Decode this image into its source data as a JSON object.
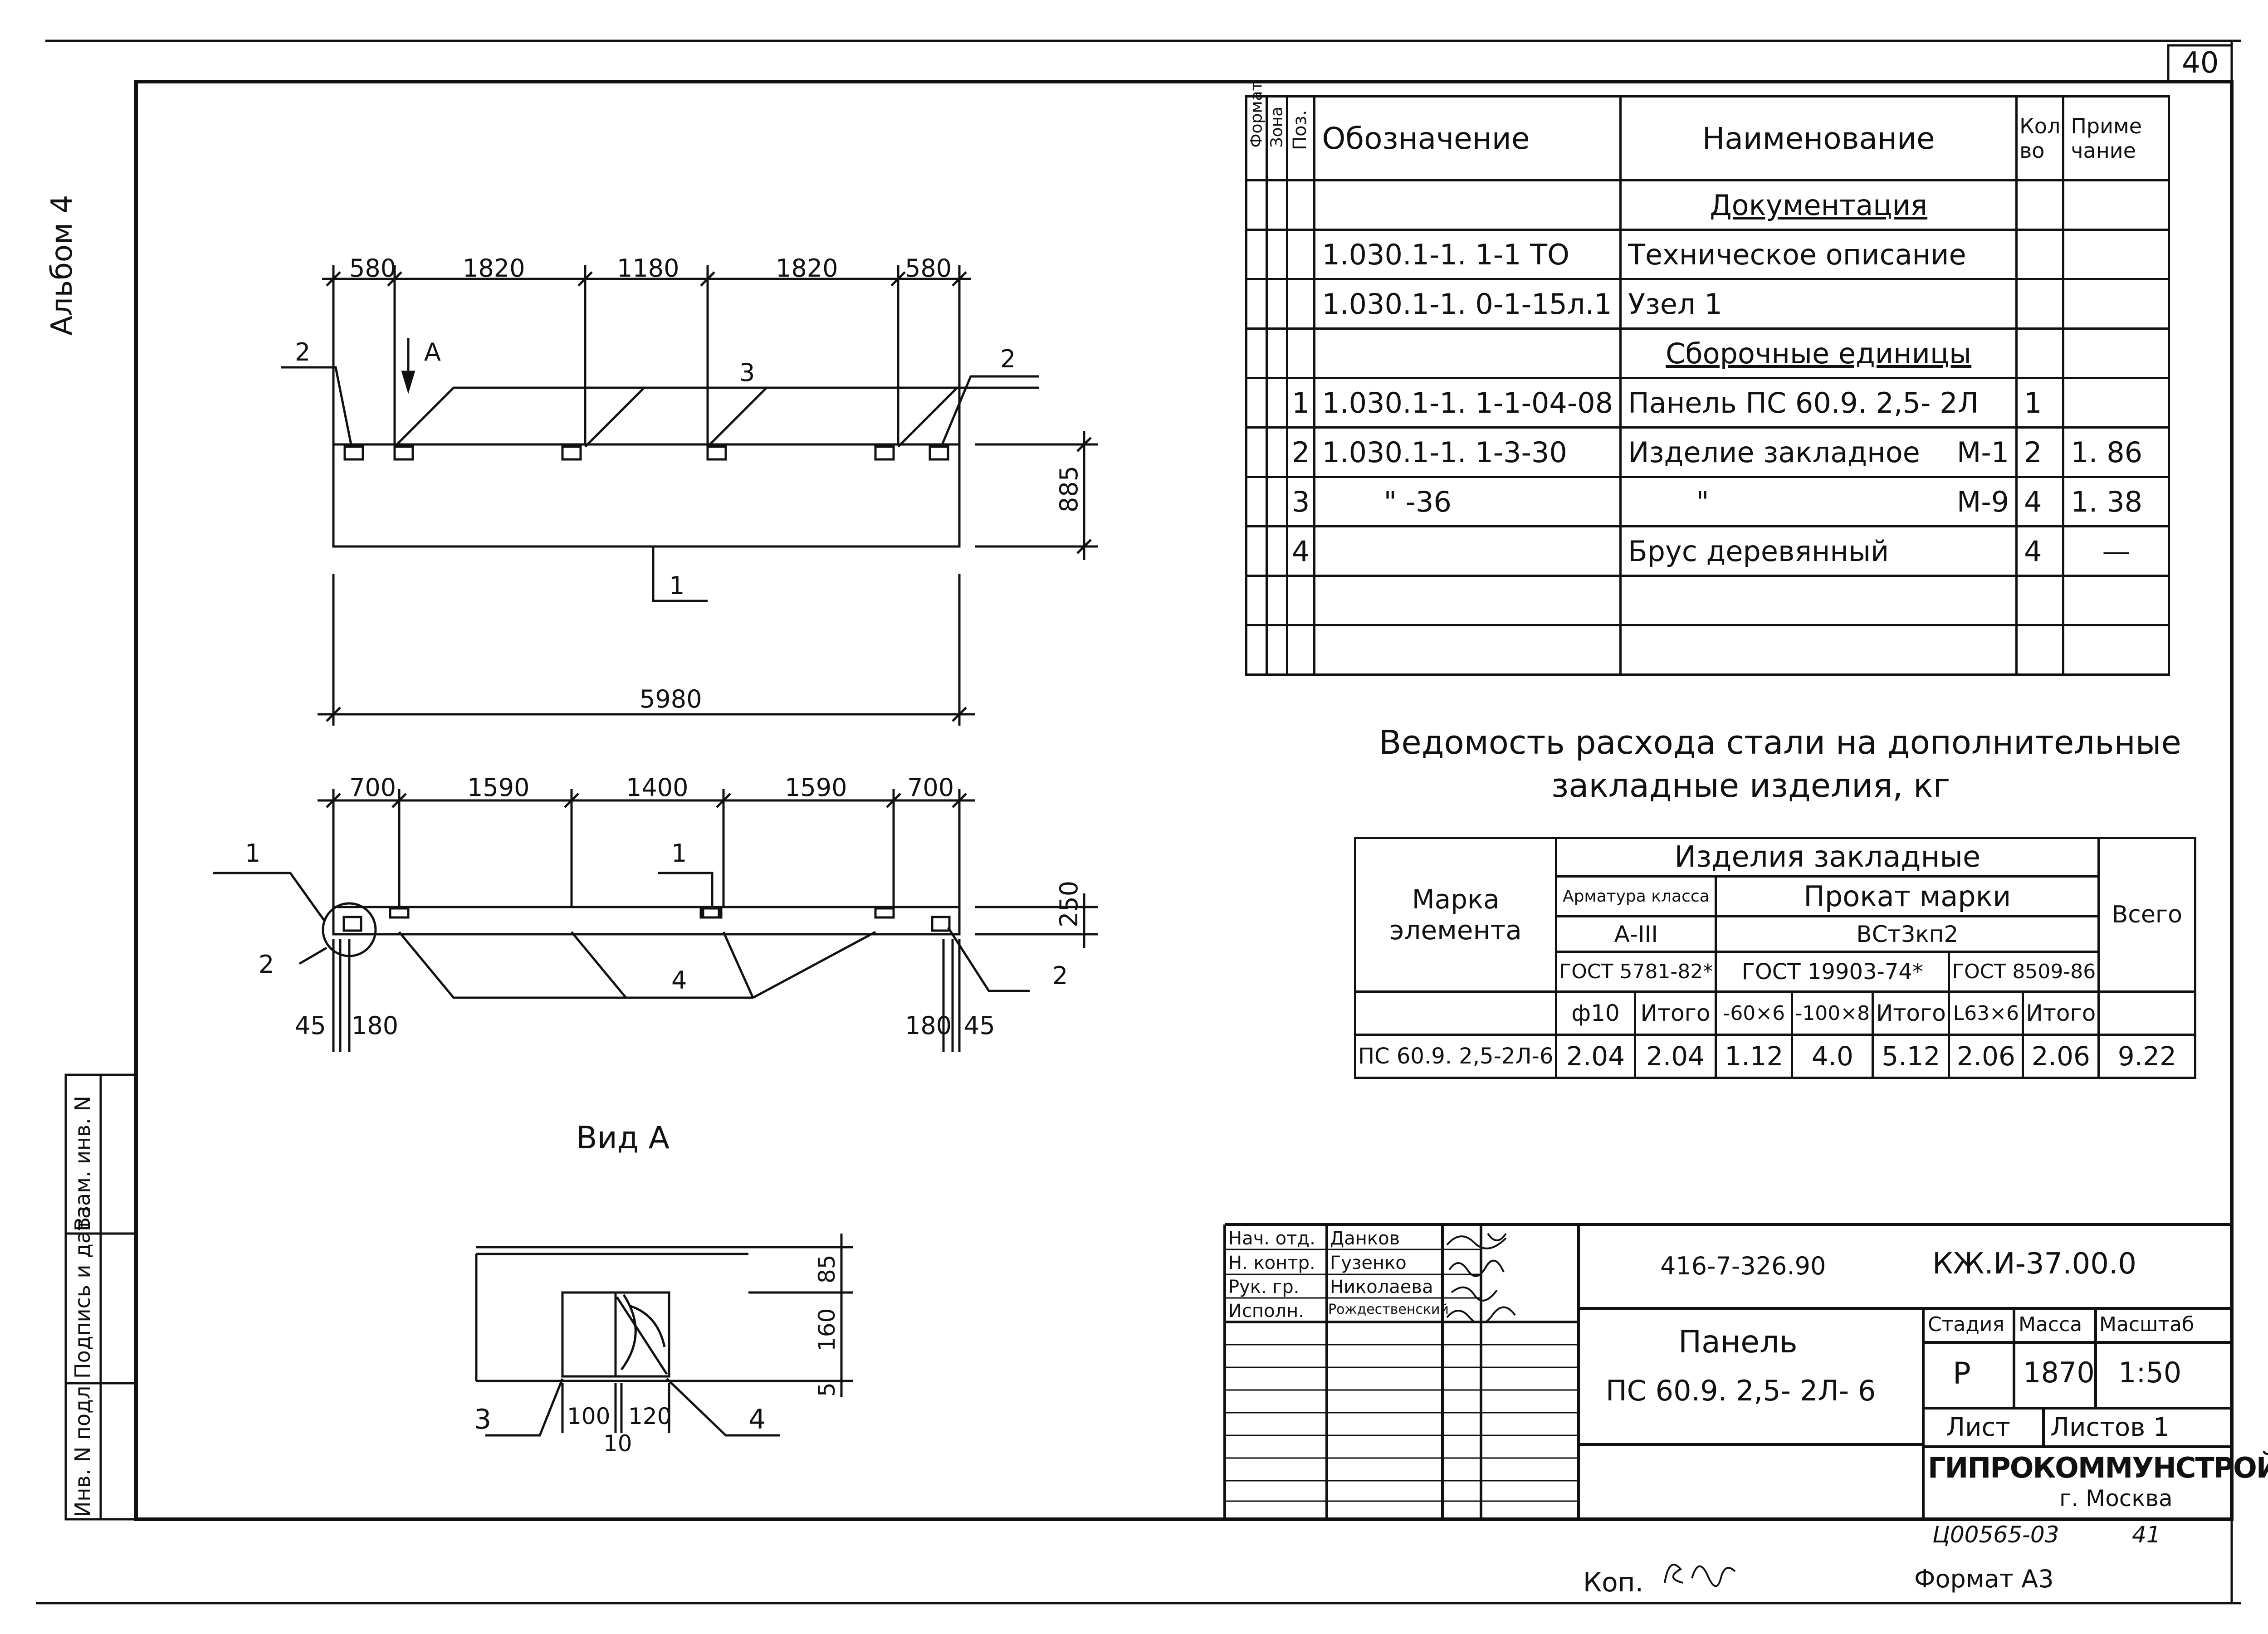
{
  "page_number": "40",
  "album": "Альбом 4",
  "side_stamp": [
    "Инв. N подл",
    "Подпись и дата",
    "Взам. инв. N"
  ],
  "spec": {
    "headers": [
      "Формат",
      "Зона",
      "Поз.",
      "Обозначение",
      "Наименование",
      "Кол во",
      "Приме чание"
    ],
    "sections": {
      "documentation": "Документация",
      "assemblies": "Сборочные единицы"
    },
    "rows": [
      {
        "pos": "",
        "code": "1.030.1-1. 1-1 ТО",
        "name": "Техническое описание",
        "qty": "",
        "note": ""
      },
      {
        "pos": "",
        "code": "1.030.1-1. 0-1-15л.1",
        "name": "Узел 1",
        "qty": "",
        "note": ""
      },
      {
        "pos": "1",
        "code": "1.030.1-1. 1-1-04-08",
        "name": "Панель ПС 60.9. 2,5- 2Л",
        "qty": "1",
        "note": ""
      },
      {
        "pos": "2",
        "code": "1.030.1-1. 1-3-30",
        "name": "Изделие закладное",
        "mark": "М-1",
        "qty": "2",
        "note": "1. 86"
      },
      {
        "pos": "3",
        "code": "\"     -36",
        "name": "\"",
        "mark": "М-9",
        "qty": "4",
        "note": "1. 38"
      },
      {
        "pos": "4",
        "code": "",
        "name": "Брус деревянный",
        "qty": "4",
        "note": "—"
      }
    ]
  },
  "steel": {
    "title_line1": "Ведомость расхода стали на дополнительные",
    "title_line2": "закладные изделия, кг",
    "h_group": "Изделия закладные",
    "h_mark": "Марка элемента",
    "h_rebar": "Арматура класса",
    "h_rebar_class": "А-III",
    "h_rolled": "Прокат марки",
    "h_rolled_grade": "ВСт3кп2",
    "h_total": "Всего",
    "h_std": [
      "ГОСТ 5781-82*",
      "ГОСТ 19903-74*",
      "ГОСТ 8509-86"
    ],
    "h_sizes": [
      "ф10",
      "Итого",
      "-60×6",
      "-100×8",
      "Итого",
      "L63×6",
      "Итого"
    ],
    "row": [
      "ПС 60.9. 2,5-2Л-6",
      "2.04",
      "2.04",
      "1.12",
      "4.0",
      "5.12",
      "2.06",
      "2.06",
      "9.22"
    ]
  },
  "drawing": {
    "top_dims": [
      "580",
      "1820",
      "1180",
      "1820",
      "580"
    ],
    "length": "5980",
    "height": "885",
    "view_arrow": "А",
    "labels": [
      "1",
      "2",
      "3"
    ],
    "plan_dims": [
      "700",
      "1590",
      "1400",
      "1590",
      "700"
    ],
    "thickness": "250",
    "edge_dims": [
      "45",
      "180"
    ],
    "view_a_title": "Вид А",
    "view_a_dims": [
      "100",
      "120",
      "10"
    ],
    "view_a_vdims": [
      "85",
      "160",
      "5"
    ],
    "pos_labels": [
      "1",
      "2",
      "4",
      "3"
    ]
  },
  "stamp": {
    "roles": [
      "Нач. отд.",
      "Н. контр.",
      "Рук. гр.",
      "Исполн."
    ],
    "names": [
      "Данков",
      "Гузенко",
      "Николаева",
      "Рождественский"
    ],
    "project": "416-7-326.90",
    "doc_code": "КЖ.И-37.00.0",
    "title_line1": "Панель",
    "title_line2": "ПС 60.9. 2,5- 2Л- 6",
    "h_stage": "Стадия",
    "h_mass": "Масса",
    "h_scale": "Масштаб",
    "stage": "Р",
    "mass": "1870",
    "scale": "1:50",
    "sheet": "Лист",
    "sheets": "Листов 1",
    "org": "ГИПРОКОММУНСТРОЙ",
    "city": "г. Москва"
  },
  "footer": {
    "copy": "Коп.",
    "archive": "Ц00565-03",
    "archive_num": "41",
    "format": "Формат А3"
  }
}
